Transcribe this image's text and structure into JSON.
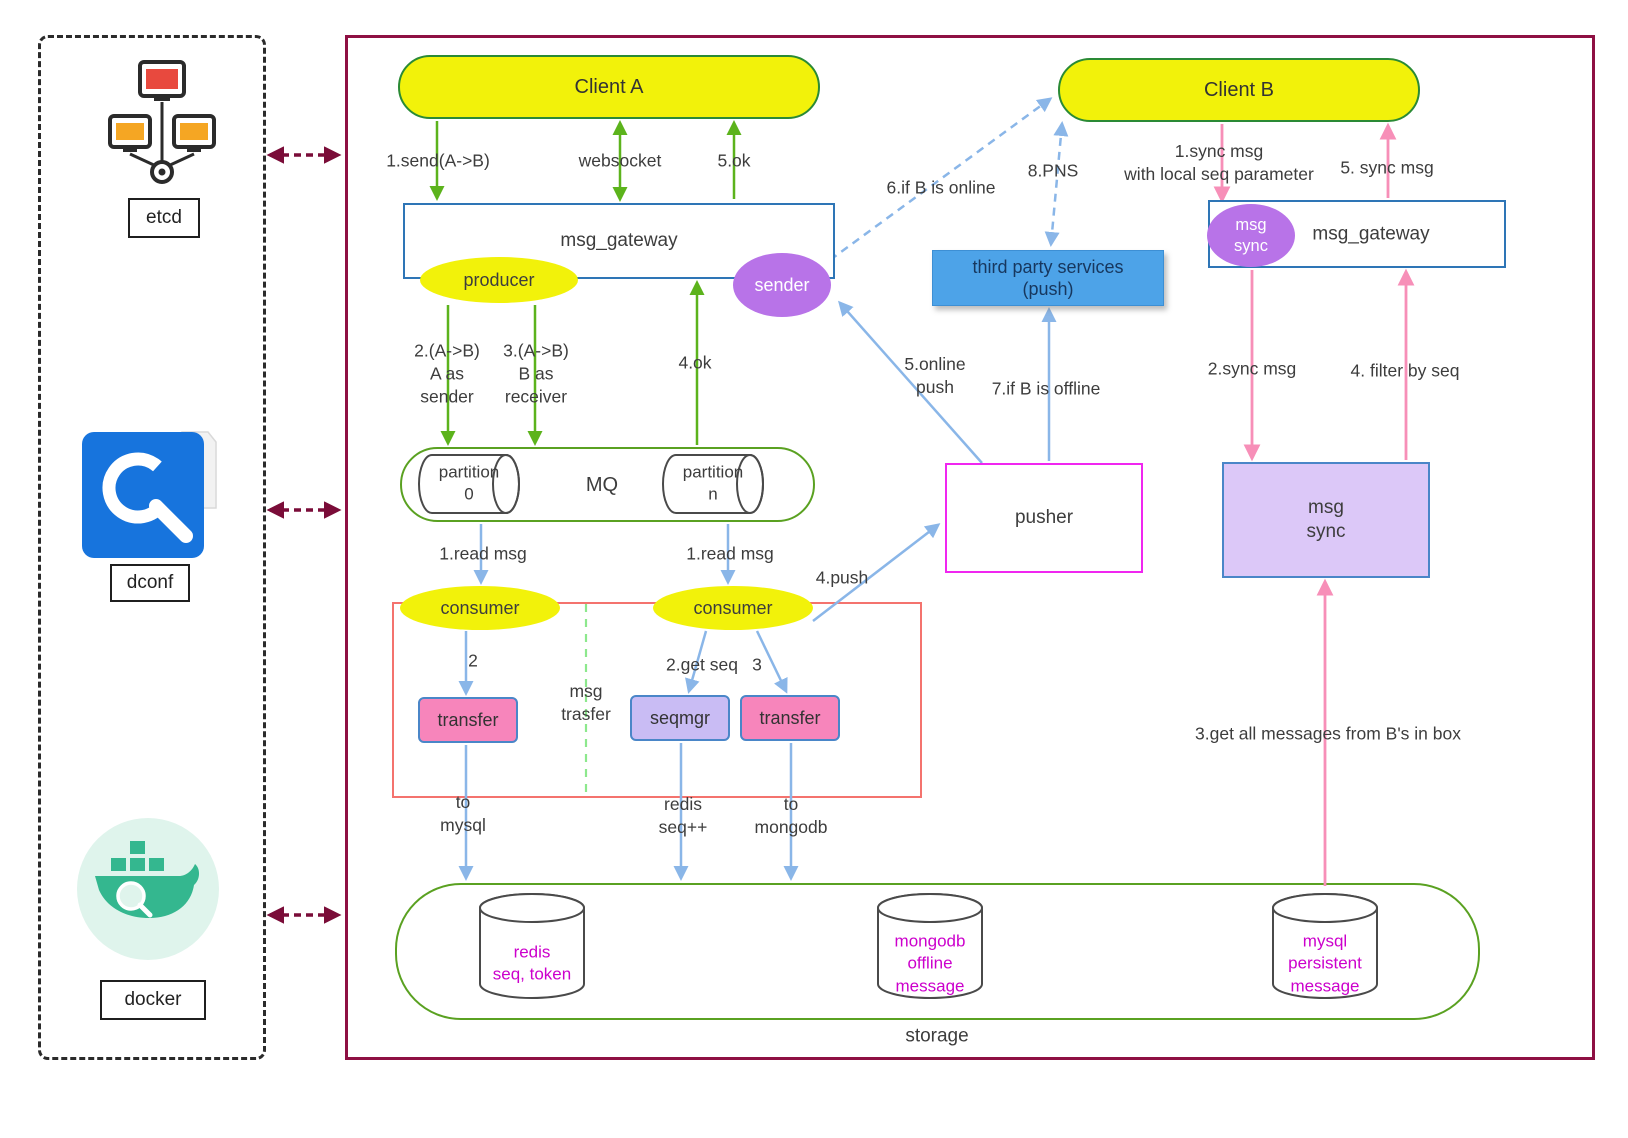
{
  "colors": {
    "client_fill": "#f2f20a",
    "client_border": "#2a8a35",
    "gateway_border": "#2e75b6",
    "green_arrow": "#5cb31c",
    "blue_arrow": "#8ab6e8",
    "pink_arrow": "#f78fb8",
    "purple_fill": "#b873e8",
    "lavender_fill": "#dcc8f8",
    "pink_fill": "#f785bb",
    "third_party_fill": "#4da3e8",
    "pusher_border": "#f026f0",
    "red_group_border": "#f4736e",
    "storage_border": "#5aa121",
    "db_text": "#cc00cc",
    "frame_border": "#8e1043"
  },
  "left_panel": {
    "etcd_label": "etcd",
    "dconf_label": "dconf",
    "docker_label": "docker"
  },
  "nodes": {
    "client_a": "Client A",
    "client_b": "Client B",
    "gateway_left": "msg_gateway",
    "gateway_right": "msg_gateway",
    "producer": "producer",
    "sender": "sender",
    "mq": "MQ",
    "partition_0": "partition\n0",
    "partition_n": "partition\nn",
    "consumer_left": "consumer",
    "consumer_right": "consumer",
    "transfer_left": "transfer",
    "transfer_right": "transfer",
    "seqmgr": "seqmgr",
    "pusher": "pusher",
    "third_party": "third party services\n(push)",
    "msg_sync_badge": "msg\nsync",
    "msg_sync_box": "msg\nsync",
    "storage": "storage",
    "db_redis": "redis\nseq, token",
    "db_mongodb": "mongodb\noffline\nmessage",
    "db_mysql": "mysql\npersistent\nmessage"
  },
  "edge_labels": {
    "send_ab": "1.send(A->B)",
    "websocket": "websocket",
    "ok_5": "5.ok",
    "a_as_sender": "2.(A->B)\nA as\nsender",
    "b_as_receiver": "3.(A->B)\nB as\nreceiver",
    "ok_4": "4.ok",
    "read_msg_left": "1.read msg",
    "read_msg_right": "1.read msg",
    "step_2": "2",
    "get_seq": "2.get seq",
    "step_3": "3",
    "msg_trasfer": "msg\ntrasfer",
    "to_mysql": "to\nmysql",
    "redis_seq": "redis\nseq++",
    "to_mongodb": "to\nmongodb",
    "push_4": "4.push",
    "online_push": "5.online\npush",
    "if_b_offline": "7.if B is offline",
    "if_b_online": "6.if B is online",
    "pns": "8.PNS",
    "sync_msg_1": "1.sync msg\nwith local seq parameter",
    "sync_msg_5": "5. sync msg",
    "sync_msg_2": "2.sync msg",
    "filter_by_seq": "4. filter by seq",
    "get_all_messages": "3.get all messages from B's in box"
  }
}
